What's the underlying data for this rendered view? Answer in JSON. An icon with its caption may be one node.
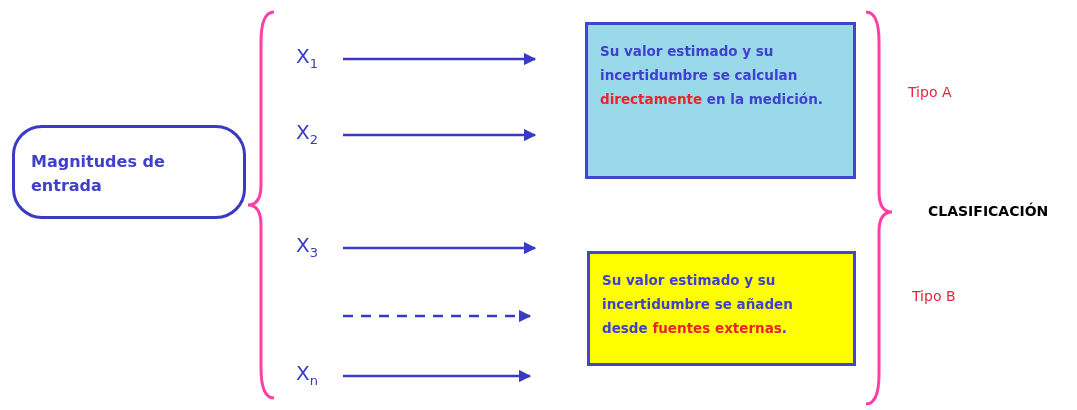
{
  "diagram": {
    "nodes": [
      {
        "text": [
          "Magnitudes de entrada"
        ]
      },
      {
        "text": [
          "X$_{1}$"
        ]
      },
      {
        "text": [
          "X$_{2}$"
        ]
      },
      {
        "text": [
          "X$_{3}$"
        ]
      },
      {
        "text": [
          "X$_{n}$"
        ]
      },
      {
        "text": [
          "Su valor estimado y su incertidumbre se calculan **directamente** en la medición."
        ]
      },
      {
        "text": [
          "Su valor estimado y su incertidumbre se añaden desde **fuentes externas**."
        ]
      }
    ],
    "edges": [
      {
        "from": 1,
        "to": null,
        "arrow": "to"
      },
      {
        "from": 2,
        "to": null,
        "arrow": "to"
      },
      {
        "from": 3,
        "to": null,
        "arrow": "to"
      },
      {
        "from": 4,
        "to": null,
        "arrow": "to"
      }
    ],
    "labels": [
      "Tipo A",
      "CLASIFICACIÓN",
      "Tipo B"
    ]
  }
}
